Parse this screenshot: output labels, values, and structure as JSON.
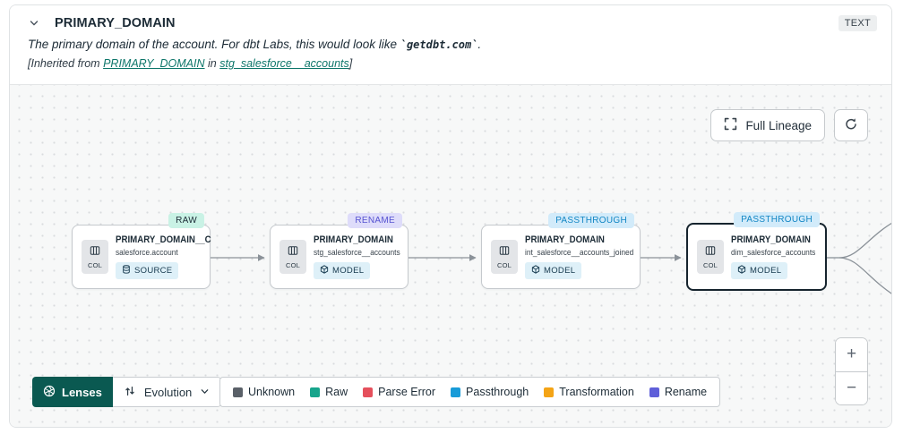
{
  "header": {
    "title": "PRIMARY_DOMAIN",
    "type_badge": "TEXT",
    "description": {
      "prefix": "The primary domain of the account. For dbt Labs, this would look like ",
      "code": "`getdbt.com`",
      "suffix": "."
    },
    "inherited": {
      "prefix": "[Inherited from ",
      "column_link": "PRIMARY_DOMAIN",
      "middle": " in ",
      "model_link": "stg_salesforce__accounts",
      "suffix": "]"
    }
  },
  "toolbar": {
    "full_lineage_label": "Full Lineage"
  },
  "nodes": [
    {
      "tag": "RAW",
      "title": "PRIMARY_DOMAIN__C",
      "subtitle": "salesforce.account",
      "col_label": "COL",
      "badge": "SOURCE",
      "selected": false
    },
    {
      "tag": "RENAME",
      "title": "PRIMARY_DOMAIN",
      "subtitle": "stg_salesforce__accounts",
      "col_label": "COL",
      "badge": "MODEL",
      "selected": false
    },
    {
      "tag": "PASSTHROUGH",
      "title": "PRIMARY_DOMAIN",
      "subtitle": "int_salesforce__accounts_joined",
      "col_label": "COL",
      "badge": "MODEL",
      "selected": false
    },
    {
      "tag": "PASSTHROUGH",
      "title": "PRIMARY_DOMAIN",
      "subtitle": "dim_salesforce_accounts",
      "col_label": "COL",
      "badge": "MODEL",
      "selected": true
    }
  ],
  "footer": {
    "lenses_label": "Lenses",
    "lens_selector_value": "Evolution",
    "legend": [
      {
        "label": "Unknown",
        "color": "#5a6068"
      },
      {
        "label": "Raw",
        "color": "#17a58c"
      },
      {
        "label": "Parse Error",
        "color": "#e5505c"
      },
      {
        "label": "Passthrough",
        "color": "#189bd8"
      },
      {
        "label": "Transformation",
        "color": "#f4a416"
      },
      {
        "label": "Rename",
        "color": "#5f5fd9"
      }
    ]
  },
  "zoom_controls": {
    "zoom_in": "+",
    "zoom_out": "−"
  },
  "colors": {
    "link_teal": "#0e766a",
    "lenses_button_bg": "#0a5951",
    "tag_raw_bg": "#c9f2e5",
    "tag_rename_bg": "#dedcfa",
    "tag_rename_text": "#5552d1",
    "tag_passthrough_bg": "#d2ebfa",
    "tag_passthrough_text": "#1286c4",
    "resource_badge_bg": "#def0f8",
    "selected_node_border": "#16242e",
    "edge_gray": "#8b9299"
  }
}
